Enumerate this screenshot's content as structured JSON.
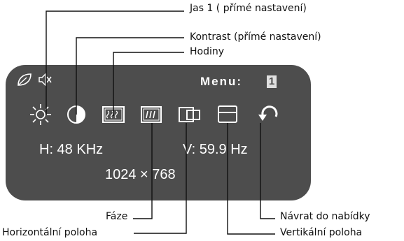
{
  "callouts": {
    "brightness": "Jas 1 ( přímé nastavení)",
    "contrast": "Kontrast (přímé nastavení)",
    "clock": "Hodiny",
    "phase": "Fáze",
    "h_position": "Horizontální poloha",
    "return": "Návrat do nabídky",
    "v_position": "Vertikální poloha"
  },
  "osd": {
    "menu_label": "Menu:",
    "menu_number": "1",
    "h_freq": "H: 48  KHz",
    "v_freq": "V: 59.9  Hz",
    "resolution": "1024  ×  768"
  },
  "icons": [
    "eco-leaf-icon",
    "mute-speaker-icon",
    "brightness-sun-icon",
    "contrast-icon",
    "clock-icon",
    "phase-icon",
    "horizontal-position-icon",
    "vertical-position-icon",
    "return-icon"
  ],
  "colors": {
    "osd_background": "#4d4d4d",
    "osd_foreground": "#ffffff",
    "lines": "#111111"
  }
}
